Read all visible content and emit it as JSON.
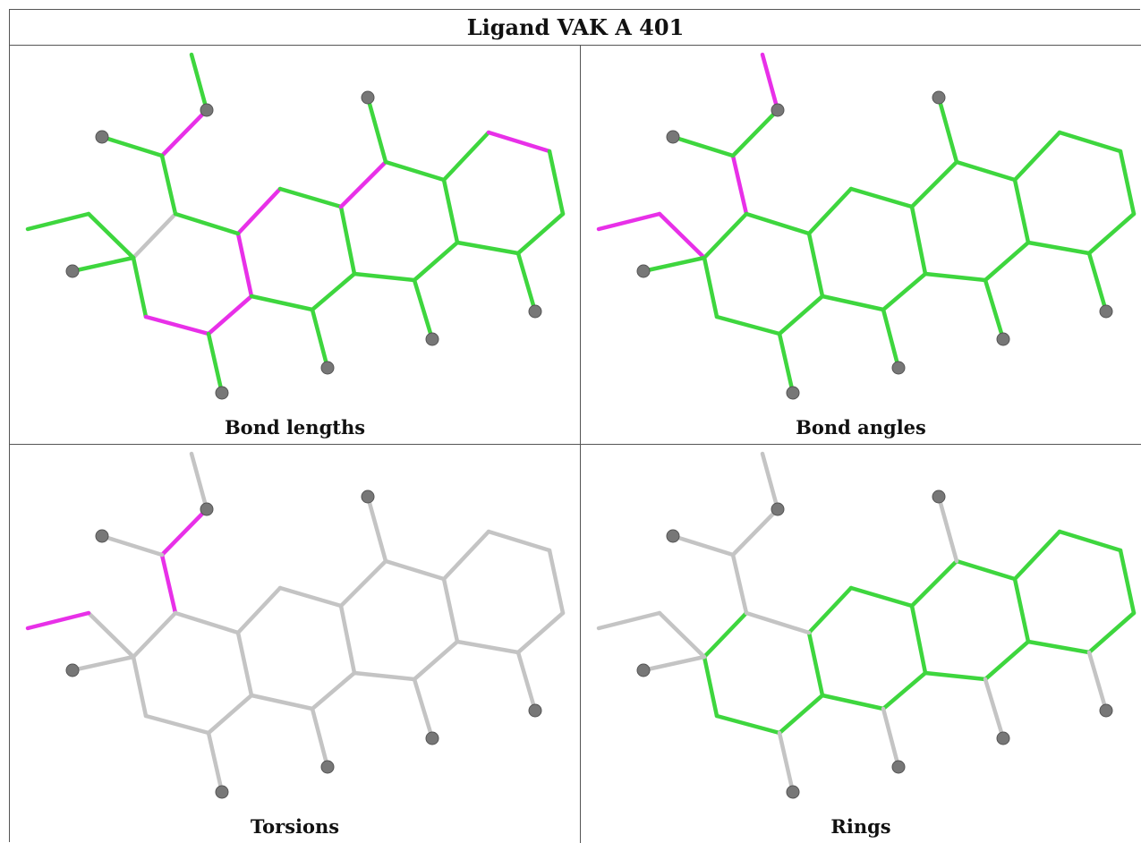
{
  "title": "Ligand VAK A 401",
  "colors": {
    "outlier": "#e830e8",
    "ok": "#3ed63e",
    "neutral": "#c4c4c4",
    "atom": "#777777"
  },
  "panels": [
    {
      "caption": "Bond lengths",
      "default_color": "ok",
      "highlights": {
        "outlier": [
          "b1",
          "b8",
          "b9",
          "b10",
          "b11",
          "b16",
          "b22"
        ],
        "neutral": [
          "b4"
        ]
      }
    },
    {
      "caption": "Bond angles",
      "default_color": "ok",
      "highlights": {
        "outlier": [
          "b2",
          "b3",
          "b5",
          "b6"
        ],
        "neutral": []
      }
    },
    {
      "caption": "Torsions",
      "default_color": "neutral",
      "highlights": {
        "outlier": [
          "b1",
          "b3",
          "b6"
        ],
        "neutral": []
      }
    },
    {
      "caption": "Rings",
      "default_color": "neutral",
      "highlights": {
        "ok": [
          "b4",
          "b7",
          "b8",
          "b9",
          "b10",
          "b11",
          "b12",
          "b13",
          "b14",
          "b15",
          "b16",
          "b17",
          "b18",
          "b19",
          "b20",
          "b21",
          "b22",
          "b23",
          "b24",
          "b25"
        ],
        "outlier": []
      }
    }
  ]
}
